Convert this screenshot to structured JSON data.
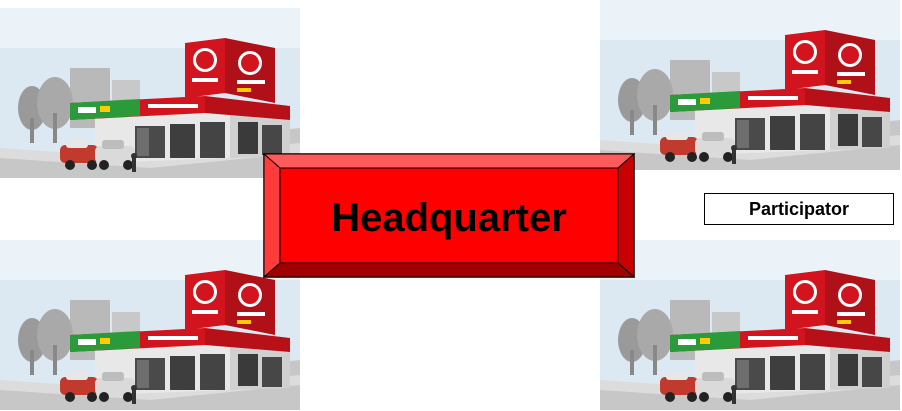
{
  "center": {
    "label": "Headquarter"
  },
  "side_label": "Participator",
  "stores": [
    {
      "id": "store-top-left"
    },
    {
      "id": "store-bottom-left"
    },
    {
      "id": "store-top-right"
    },
    {
      "id": "store-bottom-right"
    }
  ],
  "colors": {
    "hq_fill": "#ff0000",
    "sign_red": "#d2141e",
    "sign_green": "#2a9a3a",
    "sky": "#dbe9f3"
  }
}
